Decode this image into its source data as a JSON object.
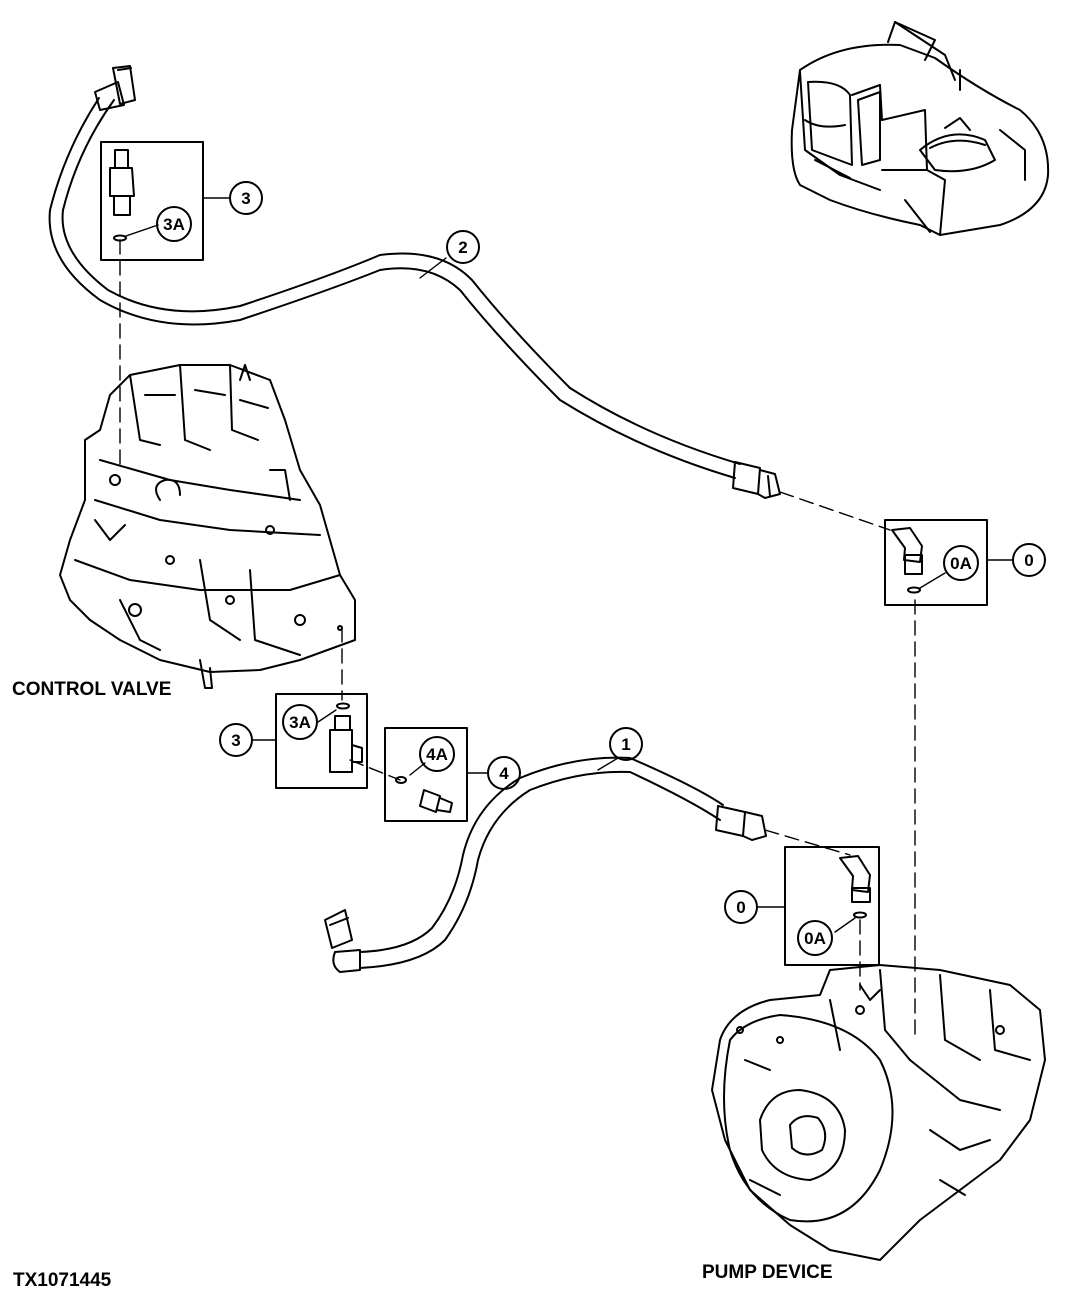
{
  "labels": {
    "control_valve": "CONTROL VALVE",
    "pump_device": "PUMP DEVICE",
    "figure_id": "TX1071445"
  },
  "callouts": {
    "hose_1": "1",
    "hose_2": "2",
    "sensor_3_top": "3",
    "oring_3a_top": "3A",
    "sensor_3_bottom": "3",
    "oring_3a_bottom": "3A",
    "fitting_4": "4",
    "oring_4a": "4A",
    "elbow_0_right": "0",
    "oring_0a_right": "0A",
    "elbow_0_lower": "0",
    "oring_0a_lower": "0A"
  },
  "colors": {
    "line": "#000000",
    "background": "#ffffff"
  }
}
